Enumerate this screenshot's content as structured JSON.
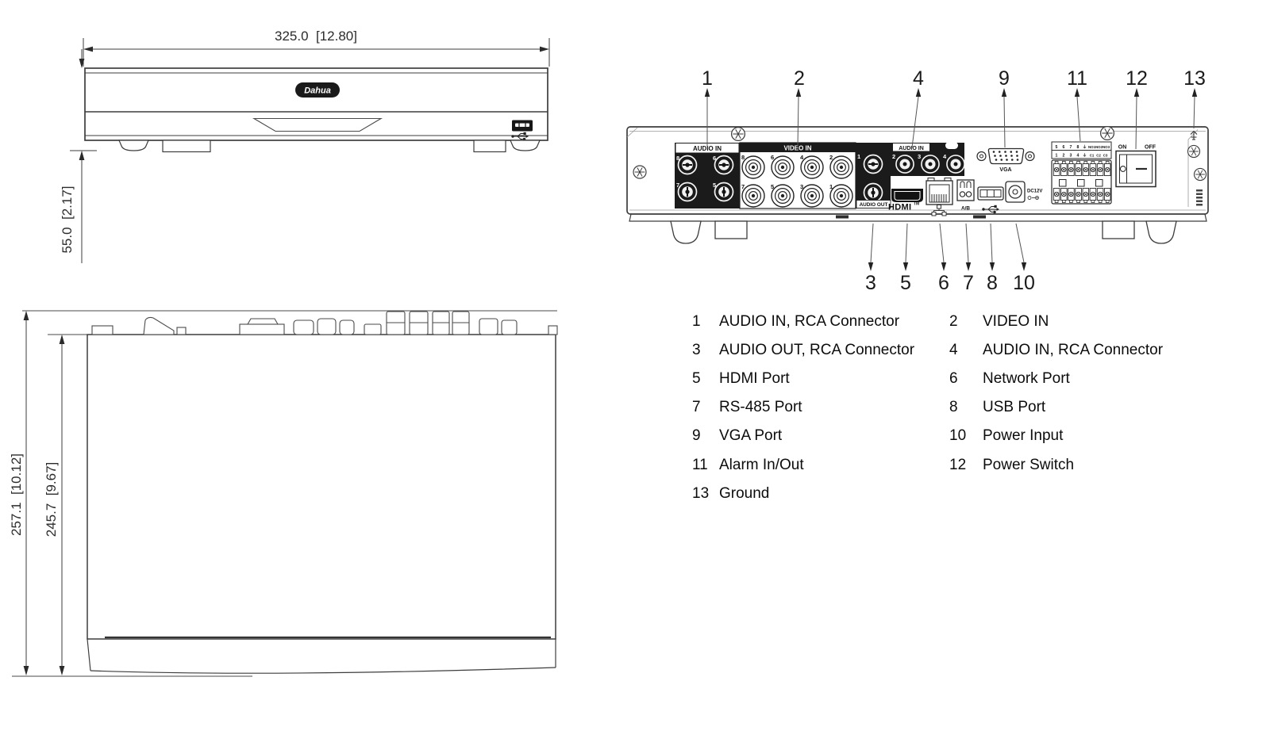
{
  "front_view": {
    "width_dim": "325.0  [12.80]",
    "height_dim": "55.0  [2.17]",
    "logo_text": "Dahua"
  },
  "top_view": {
    "outer_dim": "257.1  [10.12]",
    "inner_dim": "245.7  [9.67]"
  },
  "rear_panel": {
    "audio_in_left": {
      "label": "AUDIO IN",
      "jacks": [
        "8",
        "6",
        "7",
        "5"
      ]
    },
    "video_in": {
      "label": "VIDEO IN",
      "jacks": [
        "8",
        "6",
        "4",
        "2",
        "7",
        "5",
        "3",
        "1"
      ]
    },
    "audio_in_right": {
      "label": "AUDIO IN",
      "jacks": [
        "1",
        "2",
        "3",
        "4"
      ]
    },
    "audio_out_label": "AUDIO OUT",
    "hdmi": {
      "label": "HDMI",
      "tm": "TM"
    },
    "vga_label": "VGA",
    "ab_label": "A/B",
    "dc_label": "DC12V",
    "power_switch": {
      "on": "ON",
      "off": "OFF"
    },
    "alarm_labels": {
      "row1": [
        "5",
        "6",
        "7",
        "8",
        "⏚",
        "NO1",
        "NO2",
        "NO3"
      ],
      "row2": [
        "1",
        "2",
        "3",
        "4",
        "⏚",
        "C1",
        "C2",
        "C3"
      ]
    }
  },
  "callouts": {
    "top": [
      "1",
      "2",
      "4",
      "9",
      "11",
      "12",
      "13"
    ],
    "bottom": [
      "3",
      "5",
      "6",
      "7",
      "8",
      "10"
    ]
  },
  "legend": {
    "rows": [
      {
        "num": "1",
        "text": "AUDIO IN, RCA Connector",
        "num2": "2",
        "text2": "VIDEO IN"
      },
      {
        "num": "3",
        "text": "AUDIO OUT, RCA Connector",
        "num2": "4",
        "text2": "AUDIO IN, RCA Connector"
      },
      {
        "num": "5",
        "text": "HDMI Port",
        "num2": "6",
        "text2": "Network Port"
      },
      {
        "num": "7",
        "text": "RS-485 Port",
        "num2": "8",
        "text2": "USB Port"
      },
      {
        "num": "9",
        "text": "VGA Port",
        "num2": "10",
        "text2": "Power Input"
      },
      {
        "num": "11",
        "text": "Alarm In/Out",
        "num2": "12",
        "text2": "Power Switch"
      },
      {
        "num": "13",
        "text": "Ground",
        "num2": "",
        "text2": ""
      }
    ]
  },
  "colors": {
    "line": "#3d3d3d",
    "panel_black": "#1b1b1b",
    "text": "#111111"
  }
}
